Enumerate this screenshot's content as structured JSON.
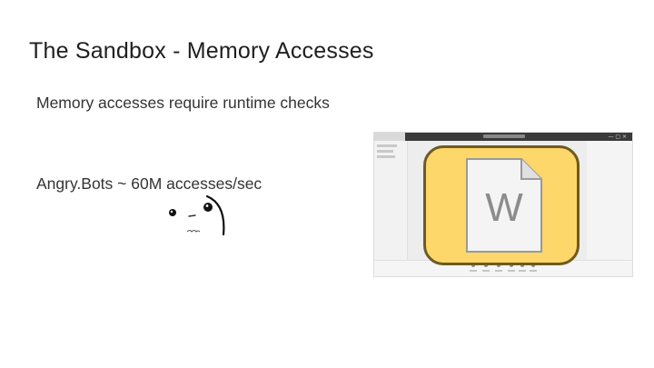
{
  "slide": {
    "title": "The Sandbox - Memory Accesses",
    "bullets": [
      "Memory accesses require runtime checks",
      "Angry.Bots ~ 60M accesses/sec"
    ]
  },
  "embedded_screenshot": {
    "doc_icon_letter": "W",
    "accent_color": "#fdd76a",
    "border_color": "#6f5a20"
  }
}
